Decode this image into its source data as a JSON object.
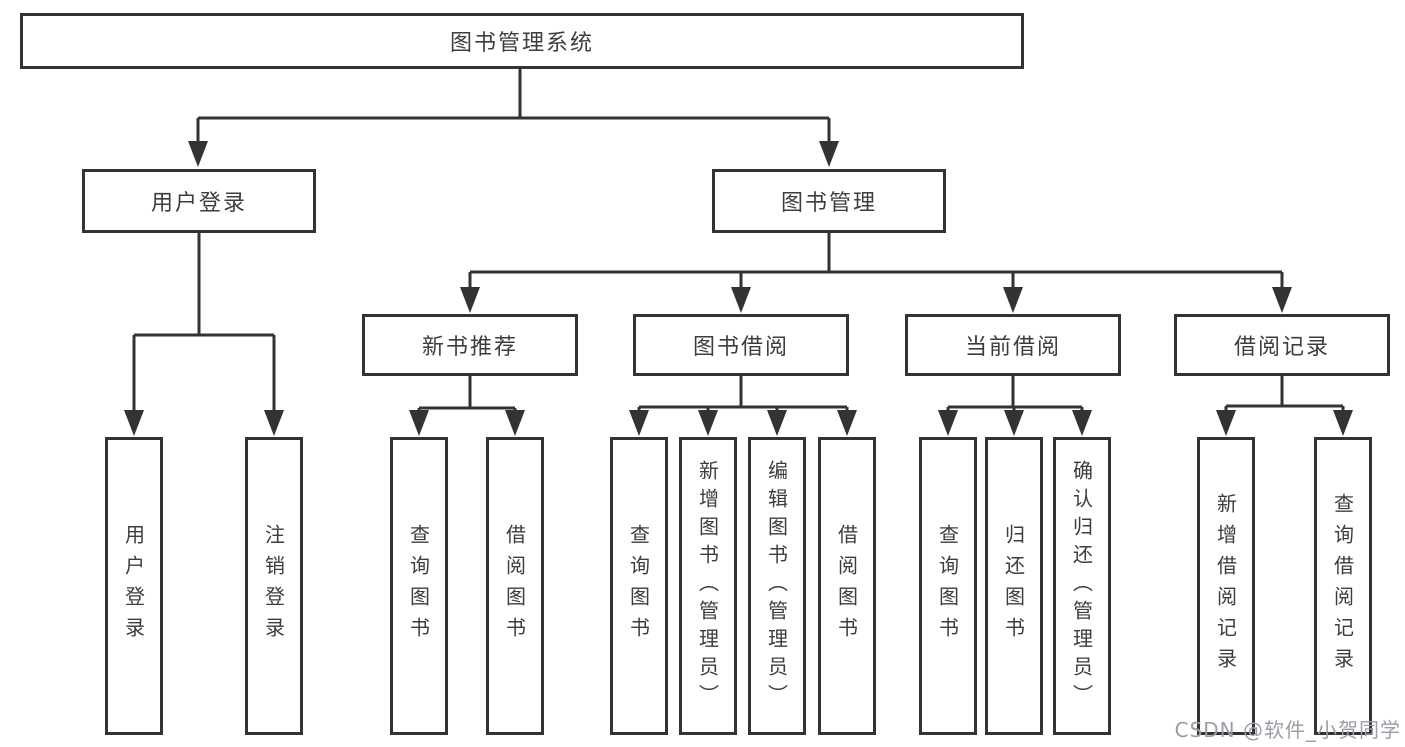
{
  "diagram": {
    "root": {
      "label": "图书管理系统"
    },
    "branches": [
      {
        "label": "用户登录",
        "children": [
          {
            "label": "用户登录"
          },
          {
            "label": "注销登录"
          }
        ]
      },
      {
        "label": "图书管理",
        "children": [
          {
            "label": "新书推荐",
            "children": [
              {
                "label": "查询图书"
              },
              {
                "label": "借阅图书"
              }
            ]
          },
          {
            "label": "图书借阅",
            "children": [
              {
                "label": "查询图书"
              },
              {
                "label": "新增图书（管理员）"
              },
              {
                "label": "编辑图书（管理员）"
              },
              {
                "label": "借阅图书"
              }
            ]
          },
          {
            "label": "当前借阅",
            "children": [
              {
                "label": "查询图书"
              },
              {
                "label": "归还图书"
              },
              {
                "label": "确认归还（管理员）"
              }
            ]
          },
          {
            "label": "借阅记录",
            "children": [
              {
                "label": "新增借阅记录"
              },
              {
                "label": "查询借阅记录"
              }
            ]
          }
        ]
      }
    ],
    "watermark": "CSDN @软件_小贺同学",
    "colors": {
      "line": "#333333",
      "text": "#3d3d3d",
      "background": "#ffffff",
      "watermark": "#9c9ca4"
    }
  }
}
